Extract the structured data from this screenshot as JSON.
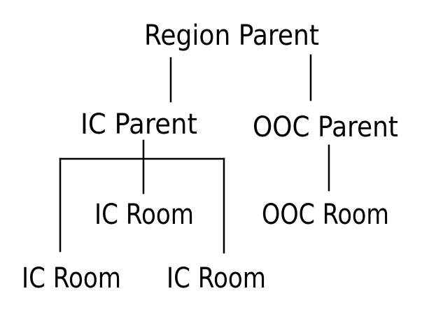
{
  "nodes": {
    "region_parent": "Region Parent",
    "ic_parent": "IC Parent",
    "ooc_parent": "OOC Parent",
    "ic_room_center": "IC Room",
    "ic_room_left": "IC Room",
    "ic_room_right": "IC Room",
    "ooc_room": "OOC Room"
  },
  "colors": {
    "text": "#000000",
    "lines": "#000000",
    "background": "#ffffff"
  }
}
